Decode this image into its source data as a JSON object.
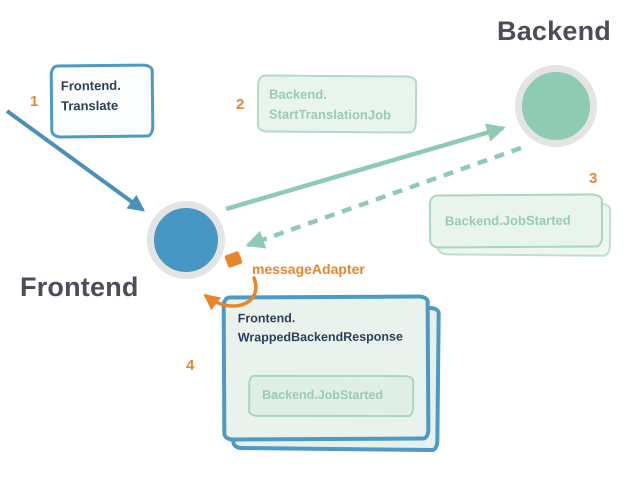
{
  "diagram": {
    "frontend_label": "Frontend",
    "backend_label": "Backend",
    "message_adapter_label": "messageAdapter",
    "cards": {
      "translate": {
        "step": "1",
        "line1": "Frontend.",
        "line2": "Translate"
      },
      "start_translation_job": {
        "step": "2",
        "line1": "Backend.",
        "line2": "StartTranslationJob"
      },
      "job_started": {
        "step": "3",
        "label": "Backend.JobStarted"
      },
      "wrapped_backend_response": {
        "step": "4",
        "line1": "Frontend.",
        "line2": "WrappedBackendResponse",
        "nested_label": "Backend.JobStarted"
      }
    },
    "colors": {
      "blue": "#4697c4",
      "blue_border": "#4e9ac2",
      "green": "#8ecbb2",
      "green_text": "#9bccb2",
      "green_card_bg": "#e9f4ee",
      "orange": "#e8862c",
      "dark_text": "#4b4e57",
      "navy_text": "#2e4057",
      "ring_gray": "#e4e4e4"
    }
  }
}
